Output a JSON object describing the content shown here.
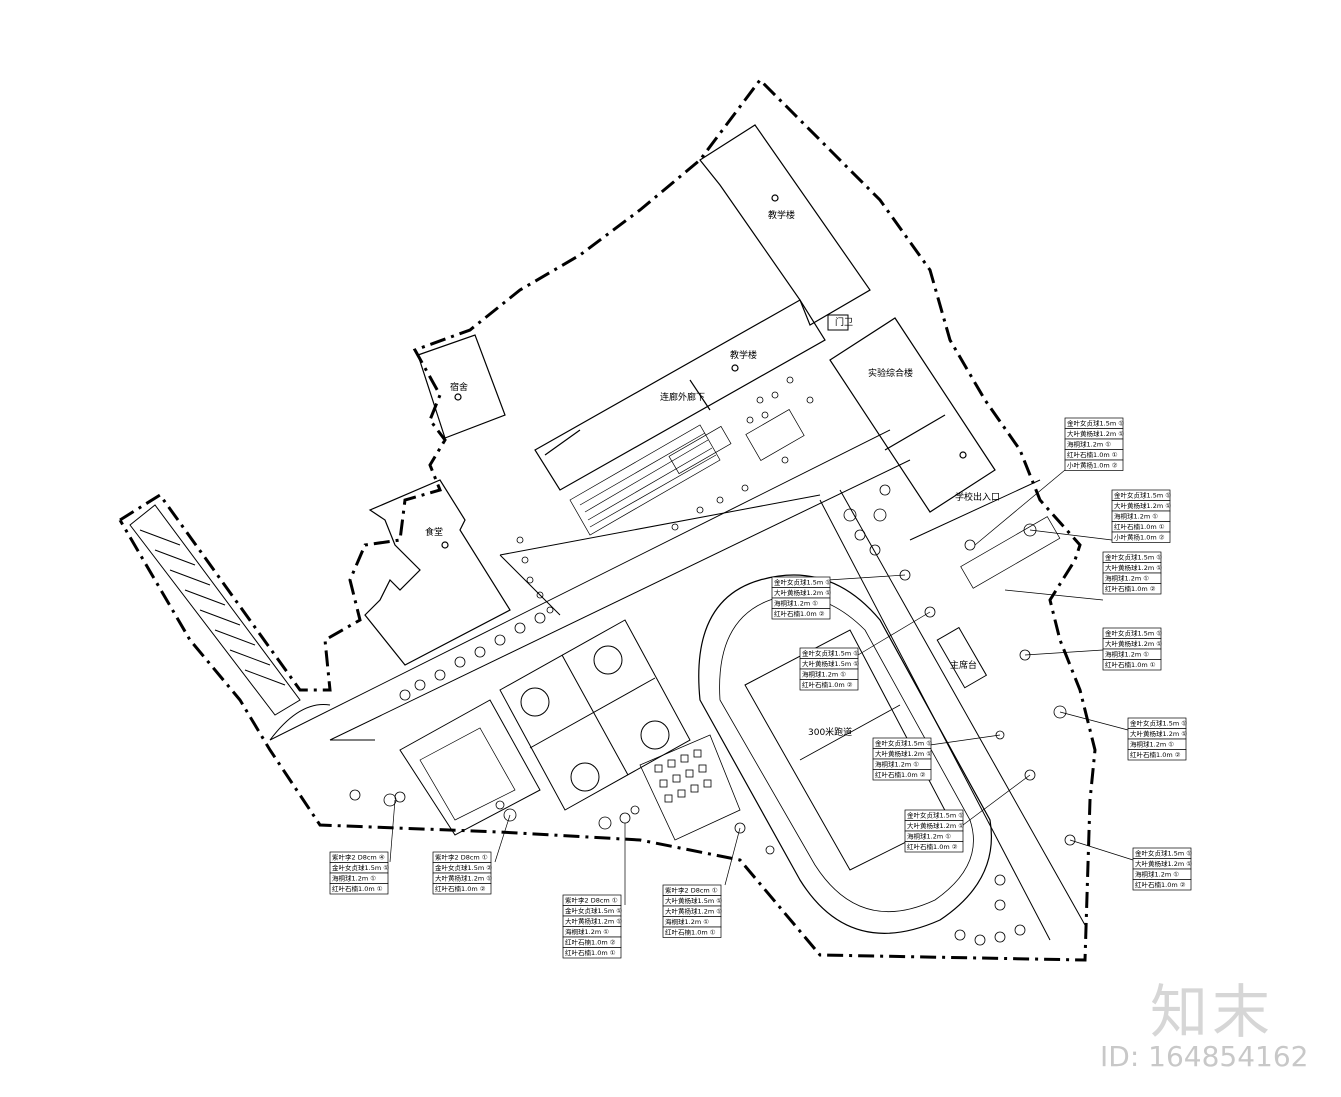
{
  "buildings": {
    "teaching_1": "教学楼",
    "teaching_2": "教学楼",
    "corridor": "连廊外廊下",
    "science": "实验综合楼",
    "dorm": "宿舍",
    "canteen": "食堂",
    "gate": "门卫",
    "entrance": "学校出入口",
    "track": "300米跑道",
    "stage": "主席台"
  },
  "plant_tables": [
    {
      "rows": [
        "金叶女贞球1.5m ①",
        "大叶黄杨球1.2m ①",
        "海桐球1.2m ①",
        "红叶石楠1.0m ①",
        "小叶黄杨1.0m ②"
      ]
    },
    {
      "rows": [
        "金叶女贞球1.5m ①",
        "大叶黄杨球1.2m ①",
        "海桐球1.2m ①",
        "红叶石楠1.0m ①",
        "小叶黄杨1.0m ②"
      ]
    },
    {
      "rows": [
        "金叶女贞球1.5m ①",
        "大叶黄杨球1.2m ①",
        "海桐球1.2m ①",
        "红叶石楠1.0m ②"
      ]
    },
    {
      "rows": [
        "金叶女贞球1.5m ①",
        "大叶黄杨球1.2m ①",
        "海桐球1.2m ①",
        "红叶石楠1.0m ①"
      ]
    },
    {
      "rows": [
        "金叶女贞球1.5m ①",
        "大叶黄杨球1.2m ①",
        "海桐球1.2m ①",
        "红叶石楠1.0m ②"
      ]
    },
    {
      "rows": [
        "金叶女贞球1.5m ①",
        "大叶黄杨球1.2m ①",
        "海桐球1.2m ①",
        "红叶石楠1.0m ②"
      ]
    },
    {
      "rows": [
        "金叶女贞球1.5m ①",
        "大叶黄杨球1.2m ①",
        "海桐球1.2m ①",
        "红叶石楠1.0m ②"
      ]
    },
    {
      "rows": [
        "金叶女贞球1.5m ①",
        "大叶黄杨球1.5m ①",
        "海桐球1.2m ①",
        "红叶石楠1.0m ②"
      ]
    },
    {
      "rows": [
        "金叶女贞球1.5m ①",
        "大叶黄杨球1.2m ①",
        "海桐球1.2m ①",
        "红叶石楠1.0m ②"
      ]
    },
    {
      "rows": [
        "金叶女贞球1.5m ①",
        "大叶黄杨球1.2m ①",
        "海桐球1.2m ①",
        "红叶石楠1.0m ②"
      ]
    },
    {
      "rows": [
        "紫叶李2 D8cm ④",
        "金叶女贞球1.5m ①",
        "海桐球1.2m ①",
        "红叶石楠1.0m ①"
      ]
    },
    {
      "rows": [
        "紫叶李2 D8cm ①",
        "金叶女贞球1.5m ②",
        "大叶黄杨球1.2m ①",
        "红叶石楠1.0m ②"
      ]
    },
    {
      "rows": [
        "紫叶李2 D8cm ①",
        "金叶女贞球1.5m ①",
        "大叶黄杨球1.2m ①",
        "海桐球1.2m ①",
        "红叶石楠1.0m ②",
        "红叶石楠1.0m ①"
      ]
    },
    {
      "rows": [
        "紫叶李2 D8cm ①",
        "大叶黄杨球1.5m ①",
        "大叶黄杨球1.2m ①",
        "海桐球1.2m ①",
        "红叶石楠1.0m ①"
      ]
    }
  ],
  "watermark": {
    "logo": "知末",
    "id": "ID: 164854162"
  }
}
